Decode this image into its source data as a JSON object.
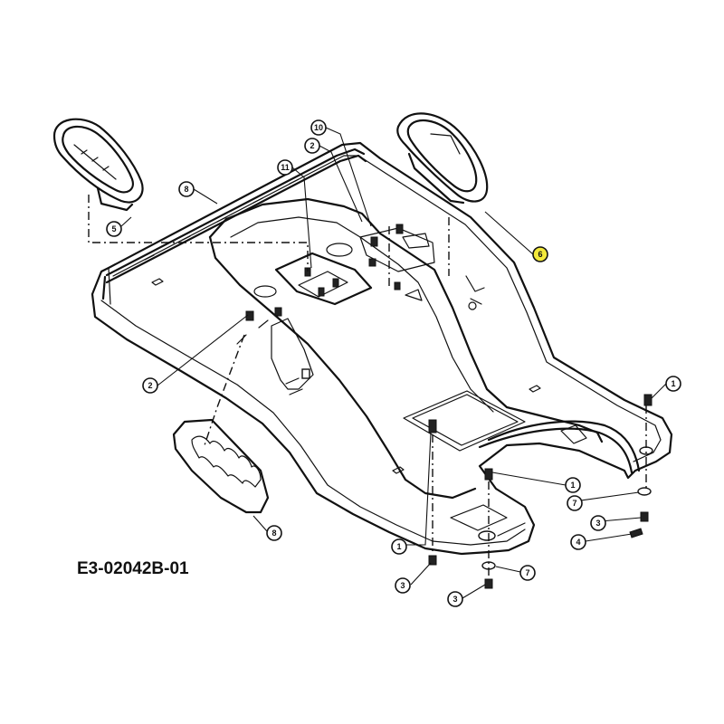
{
  "drawing_code": "E3-02042B-01",
  "callouts": [
    {
      "id": "c-10",
      "label": "10"
    },
    {
      "id": "c-2a",
      "label": "2"
    },
    {
      "id": "c-11",
      "label": "11"
    },
    {
      "id": "c-8a",
      "label": "8"
    },
    {
      "id": "c-5",
      "label": "5"
    },
    {
      "id": "c-6",
      "label": "6"
    },
    {
      "id": "c-2b",
      "label": "2"
    },
    {
      "id": "c-1a",
      "label": "1"
    },
    {
      "id": "c-1b",
      "label": "1"
    },
    {
      "id": "c-7a",
      "label": "7"
    },
    {
      "id": "c-3a",
      "label": "3"
    },
    {
      "id": "c-4",
      "label": "4"
    },
    {
      "id": "c-8b",
      "label": "8"
    },
    {
      "id": "c-1c",
      "label": "1"
    },
    {
      "id": "c-3b",
      "label": "3"
    },
    {
      "id": "c-7b",
      "label": "7"
    },
    {
      "id": "c-3c",
      "label": "3"
    }
  ],
  "colors": {
    "line": "#111111",
    "highlight": "#f3e93a",
    "background": "#ffffff"
  }
}
